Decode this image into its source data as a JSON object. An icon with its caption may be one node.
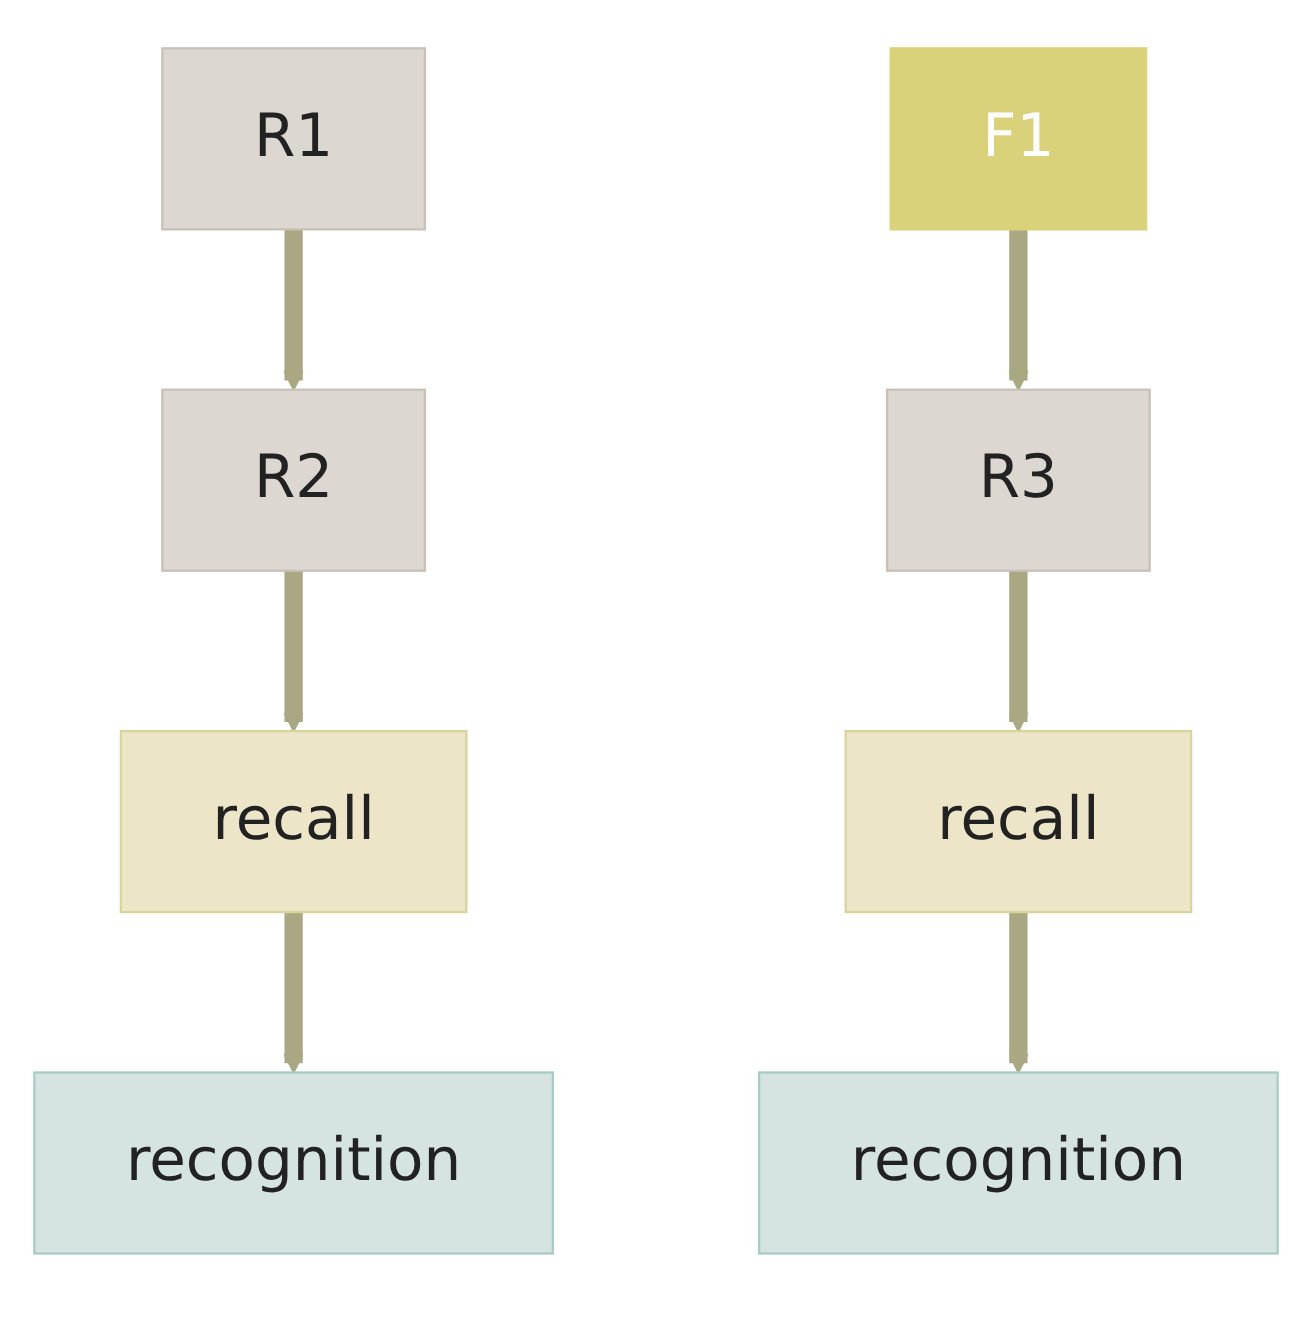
{
  "diagram": {
    "nodes": [
      {
        "text": [
          "R1"
        ]
      },
      {
        "text": [
          "F1"
        ]
      },
      {
        "text": [
          "R2"
        ]
      },
      {
        "text": [
          "R3"
        ]
      },
      {
        "text": [
          "recall"
        ]
      },
      {
        "text": [
          "recall"
        ]
      },
      {
        "text": [
          "recognition"
        ]
      },
      {
        "text": [
          "recognition"
        ]
      }
    ],
    "edges": [
      {
        "from": 0,
        "to": 2,
        "arrow": "to"
      },
      {
        "from": 2,
        "to": 4,
        "arrow": "to"
      },
      {
        "from": 4,
        "to": 6,
        "arrow": "to"
      },
      {
        "from": 1,
        "to": 3,
        "arrow": "to"
      },
      {
        "from": 3,
        "to": 5,
        "arrow": "to"
      },
      {
        "from": 5,
        "to": 7,
        "arrow": "to"
      }
    ]
  }
}
